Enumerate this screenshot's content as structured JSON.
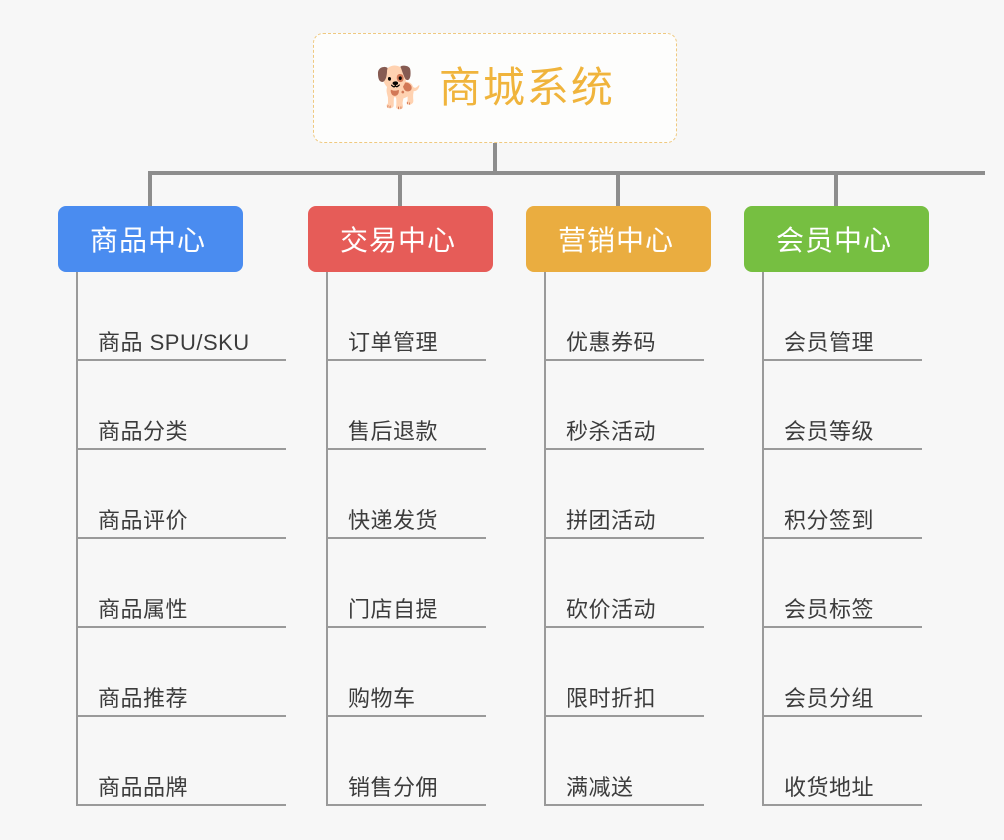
{
  "diagram": {
    "type": "mind-map",
    "background": "#f7f7f7",
    "root": {
      "emoji": "🐕",
      "emoji_name": "shiba-dog-emoji",
      "title": "商城系统",
      "title_color": "#f0b43c",
      "border_color": "#efc980",
      "border_style": "dashed"
    },
    "branches": [
      {
        "label": "商品中心",
        "color": "#4a8cf0",
        "items": [
          "商品 SPU/SKU",
          "商品分类",
          "商品评价",
          "商品属性",
          "商品推荐",
          "商品品牌"
        ]
      },
      {
        "label": "交易中心",
        "color": "#e65c58",
        "items": [
          "订单管理",
          "售后退款",
          "快递发货",
          "门店自提",
          "购物车",
          "销售分佣"
        ]
      },
      {
        "label": "营销中心",
        "color": "#eaad40",
        "items": [
          "优惠券码",
          "秒杀活动",
          "拼团活动",
          "砍价活动",
          "限时折扣",
          "满减送"
        ]
      },
      {
        "label": "会员中心",
        "color": "#76bf41",
        "items": [
          "会员管理",
          "会员等级",
          "积分签到",
          "会员标签",
          "会员分组",
          "收货地址"
        ]
      }
    ],
    "connector_color": "#8d8d8d",
    "spine_color": "#9a9a9a",
    "leaf_text_color": "#3c3c3c"
  }
}
